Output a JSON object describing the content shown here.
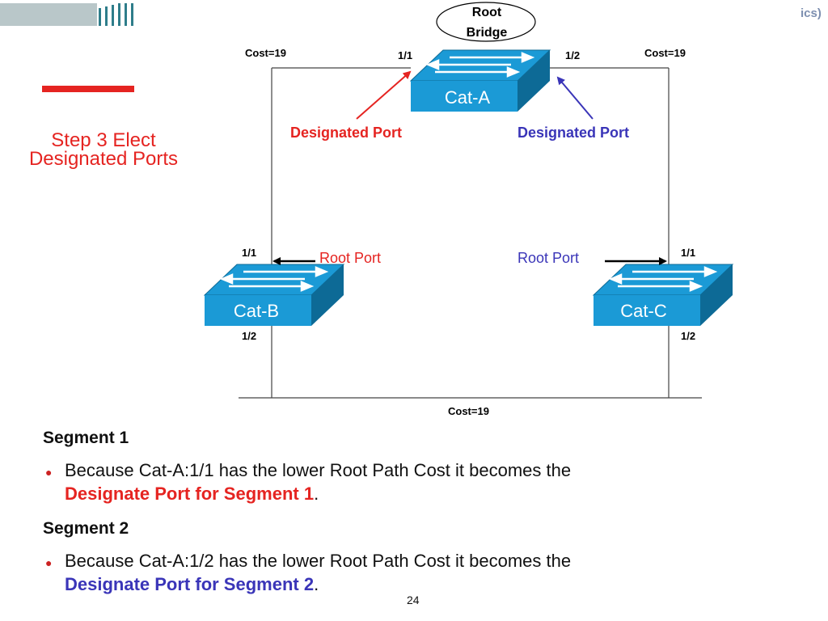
{
  "header": {
    "brand_fragment": "ics)",
    "colors": {
      "brand_teal": "#2e7d8a",
      "banner_gray": "#b9c7c9",
      "accent_red": "#e52421"
    }
  },
  "title": {
    "line1": "Step 3   Elect",
    "line2": "Designated Ports"
  },
  "diagram": {
    "root_bridge": {
      "line1": "Root",
      "line2": "Bridge"
    },
    "switches": {
      "cat_a": {
        "label": "Cat-A",
        "port_left": "1/1",
        "port_right": "1/2"
      },
      "cat_b": {
        "label": "Cat-B",
        "port_top": "1/1",
        "port_bottom": "1/2"
      },
      "cat_c": {
        "label": "Cat-C",
        "port_top": "1/1",
        "port_bottom": "1/2"
      }
    },
    "costs": {
      "top_left": "Cost=19",
      "top_right": "Cost=19",
      "bottom": "Cost=19"
    },
    "annotations": {
      "designated_left": "Designated Port",
      "designated_right": "Designated Port",
      "root_port_left": "Root Port",
      "root_port_right": "Root Port"
    },
    "colors": {
      "switch_blue": "#1b9ad6",
      "switch_dark": "#0d6a96",
      "red": "#e52421",
      "blue": "#3a35b8"
    }
  },
  "body": {
    "segment1": {
      "heading": "Segment 1",
      "text": "Because Cat-A:1/1 has the lower Root Path Cost it becomes the",
      "emphasis": "Designate Port for Segment 1",
      "period": "."
    },
    "segment2": {
      "heading": "Segment 2",
      "text": "Because Cat-A:1/2 has the lower Root Path Cost it becomes the",
      "emphasis": "Designate Port for Segment 2",
      "period": "."
    }
  },
  "footer": {
    "page_number": "24"
  }
}
